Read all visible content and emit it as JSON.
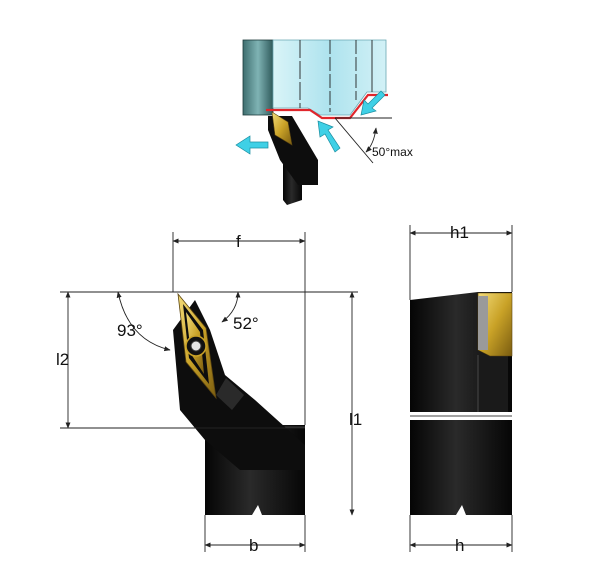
{
  "labels": {
    "max_angle": "50°max",
    "lead_angle": "93°",
    "insert_angle": "52°",
    "f": "f",
    "l2": "l2",
    "l1": "l1",
    "b": "b",
    "h1": "h1",
    "h": "h"
  },
  "colors": {
    "tool_body": "#101010",
    "insert_gold": "#c9a227",
    "workpiece": "#bfe9f2",
    "cut_line": "#e0262c",
    "flow_arrow": "#3fd0e6"
  }
}
